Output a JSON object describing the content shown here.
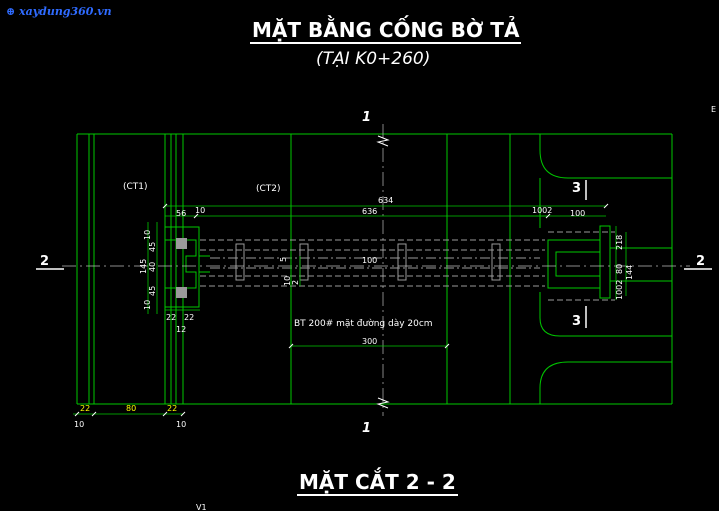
{
  "header": {
    "logo_text": "xaydung360.vn",
    "title": "MẶT BẰNG CỐNG BỜ TẢ",
    "subtitle": "(TẠI K0+260)"
  },
  "section_marks": {
    "cut1_top": "1",
    "cut1_bottom": "1",
    "cut2_left": "2",
    "cut2_right": "2",
    "cut3_top": "3",
    "cut3_bottom": "3"
  },
  "labels": {
    "ct1": "(CT1)",
    "ct2": "(CT2)",
    "note": "BT 200# mặt đường dày 20cm",
    "edge_mark": "E"
  },
  "dimensions": {
    "d634": "634",
    "d636": "636",
    "d56": "56",
    "d10a": "10",
    "d1002": "1002",
    "d100": "100",
    "d100mid": "100",
    "d300": "300",
    "d22a": "22",
    "d80": "80",
    "d22b": "22",
    "d10b": "10",
    "d10c": "10",
    "d22c": "22",
    "d22d": "22",
    "d12": "12",
    "v10a": "10",
    "v45a": "45",
    "v40": "40",
    "v145": "145",
    "v45b": "45",
    "v10b": "10",
    "v5": "5",
    "v2": "2",
    "v10c": "10",
    "v218": "218",
    "v80": "80",
    "v144": "144",
    "v1002": "1002"
  },
  "footer": {
    "section_title": "MẶT CẮT 2 - 2",
    "mark_v1": "V1"
  },
  "colors": {
    "green": "#00c800",
    "yellow": "#ffff00",
    "white": "#ffffff",
    "cyan": "#00cccc",
    "gray": "#9a9a9a",
    "logo_blue": "#2f6bff"
  }
}
